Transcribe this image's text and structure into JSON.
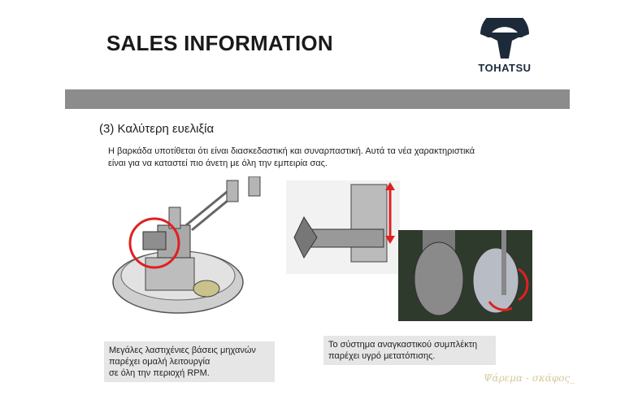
{
  "header": {
    "title": "SALES INFORMATION",
    "brand": "TOHATSU"
  },
  "section": {
    "heading": "(3) Καλύτερη ευελιξία",
    "intro_line1": "Η βαρκάδα υποτίθεται ότι είναι διασκεδαστική και συναρπαστική. Αυτά τα νέα χαρακτηριστικά",
    "intro_line2": "είναι για να καταστεί πιο  άνετη με όλη την  εμπειρία σας."
  },
  "captions": {
    "mounts": [
      "Μεγάλες λαστιχένιες βάσεις μηχανών",
      "παρέχει ομαλή λειτουργία",
      "σε όλη την περιοχή RPM."
    ],
    "clutch": [
      "Το σύστημα αναγκαστικού συμπλέκτη",
      "παρέχει υγρό μετατόπισης."
    ]
  },
  "watermark": "Ψάρεμα - σκάφος_",
  "colors": {
    "bar": "#8c8c8c",
    "highlight": "#e02020",
    "logo": "#1c2a3a"
  }
}
